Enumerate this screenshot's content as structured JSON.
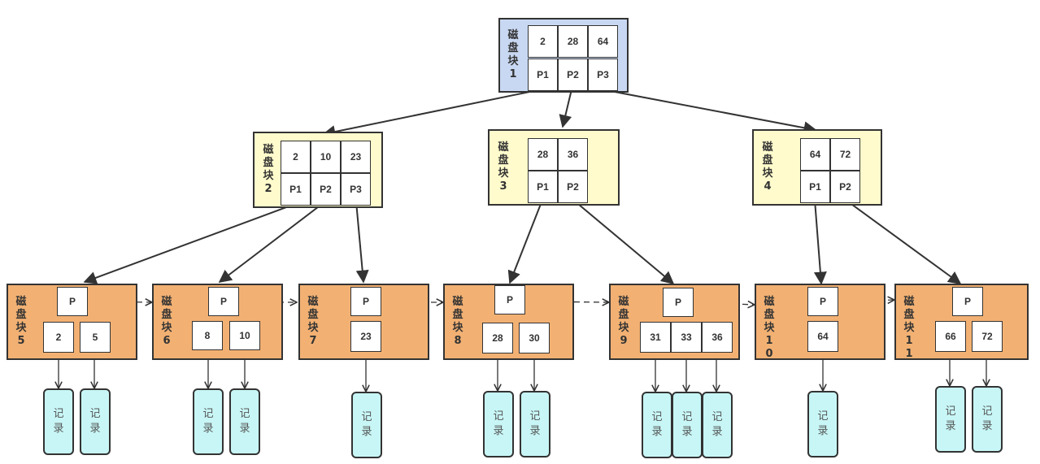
{
  "blocks": {
    "b1": {
      "label": "磁盘块1",
      "keys": [
        "2",
        "28",
        "64"
      ],
      "pointers": [
        "P1",
        "P2",
        "P3"
      ]
    },
    "b2": {
      "label": "磁盘块2",
      "keys": [
        "2",
        "10",
        "23"
      ],
      "pointers": [
        "P1",
        "P2",
        "P3"
      ]
    },
    "b3": {
      "label": "磁盘块3",
      "keys": [
        "28",
        "36"
      ],
      "pointers": [
        "P1",
        "P2"
      ]
    },
    "b4": {
      "label": "磁盘块4",
      "keys": [
        "64",
        "72"
      ],
      "pointers": [
        "P1",
        "P2"
      ]
    },
    "b5": {
      "label": "磁盘块5",
      "pointer": "P",
      "keys": [
        "2",
        "5"
      ]
    },
    "b6": {
      "label": "磁盘块6",
      "pointer": "P",
      "keys": [
        "8",
        "10"
      ]
    },
    "b7": {
      "label": "磁盘块7",
      "pointer": "P",
      "keys": [
        "23"
      ]
    },
    "b8": {
      "label": "磁盘块8",
      "pointer": "P",
      "keys": [
        "28",
        "30"
      ]
    },
    "b9": {
      "label": "磁盘块9",
      "pointer": "P",
      "keys": [
        "31",
        "33",
        "36"
      ]
    },
    "b10": {
      "label": "磁盘块10",
      "pointer": "P",
      "keys": [
        "64"
      ]
    },
    "b11": {
      "label": "磁盘块11",
      "pointer": "P",
      "keys": [
        "66",
        "72"
      ]
    }
  },
  "record_label": "记录",
  "colors": {
    "root_fill": "#c9d8f2",
    "internal_fill": "#fffbcc",
    "leaf_fill": "#f2b173",
    "record_fill": "#c8f6f6",
    "stroke": "#333333"
  }
}
